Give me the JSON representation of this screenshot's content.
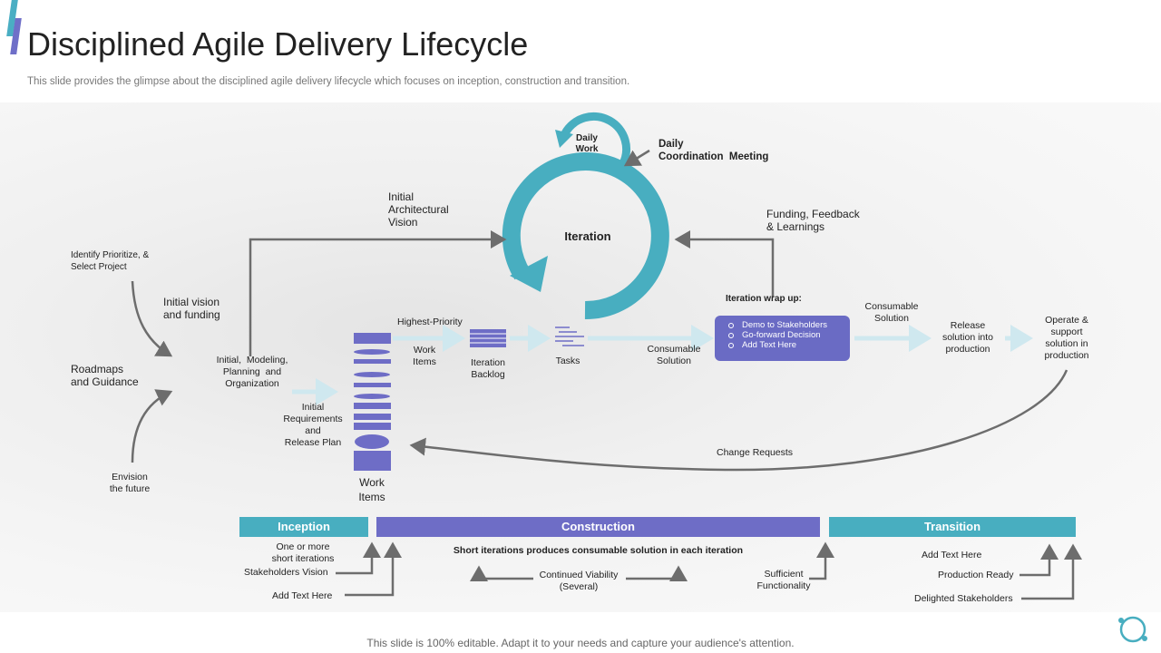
{
  "title": "Disciplined Agile Delivery Lifecycle",
  "subtitle": "This slide provides the glimpse about the disciplined agile delivery lifecycle which focuses on inception, construction and transition.",
  "cycle": {
    "daily_work": "Daily\nWork",
    "daily_meeting": "Daily\nCoordination  Meeting",
    "iteration": "Iteration",
    "architectural_vision": "Initial\nArchitectural\nVision",
    "funding_feedback": "Funding, Feedback\n& Learnings"
  },
  "left": {
    "identify": "Identify Prioritize, &\nSelect Project",
    "vision_funding": "Initial vision\nand funding",
    "roadmaps": "Roadmaps\nand Guidance",
    "envision": "Envision\nthe future",
    "modeling": "Initial,  Modeling,\nPlanning  and\nOrganization",
    "requirements": "Initial\nRequirements\nand\nRelease Plan",
    "work_items_stack": "Work\nItems"
  },
  "flow": {
    "highest_priority": "Highest-Priority",
    "work_items": "Work\nItems",
    "iteration_backlog": "Iteration\nBacklog",
    "tasks": "Tasks",
    "consumable_solution": "Consumable\nSolution",
    "wrap_up_title": "Iteration wrap up:",
    "wrap_up_items": [
      "Demo to Stakeholders",
      "Go-forward Decision",
      "Add Text Here"
    ],
    "consumable_solution_2": "Consumable\nSolution",
    "release": "Release\nsolution into\nproduction",
    "operate": "Operate &\nsupport\nsolution in\nproduction",
    "change_requests": "Change Requests"
  },
  "phases": {
    "inception": "Inception",
    "construction": "Construction",
    "transition": "Transition"
  },
  "bottom": {
    "short_iterations": "One or more\nshort iterations",
    "stakeholders_vision": "Stakeholders Vision",
    "add_text_left": "Add Text Here",
    "construction_note": "Short iterations produces consumable solution in each iteration",
    "continued_viability": "Continued Viability\n(Several)",
    "sufficient": "Sufficient\nFunctionality",
    "add_text_right": "Add Text Here",
    "production_ready": "Production Ready",
    "delighted": "Delighted Stakeholders"
  },
  "footer": "This slide is 100% editable. Adapt it to your needs and capture your audience's attention.",
  "colors": {
    "teal": "#48aec0",
    "purple": "#6e6dc6",
    "arrow": "#6d6d6d",
    "light_arrow": "#cfe8ef"
  },
  "icons": [
    "refresh-icon",
    "stack-icon",
    "task-list-icon",
    "backlog-icon"
  ]
}
